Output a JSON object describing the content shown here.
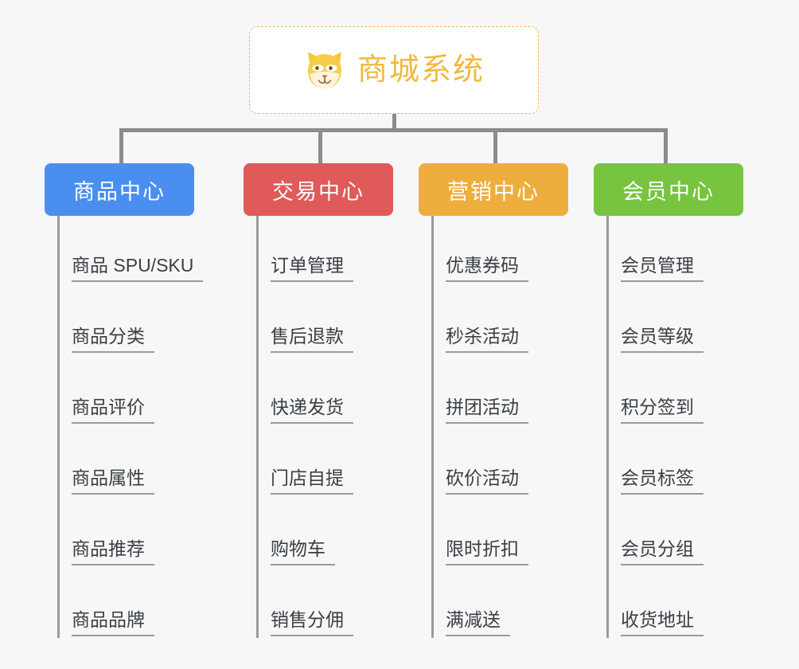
{
  "root": {
    "title": "商城系统",
    "icon": "shiba-dog-icon",
    "border_color": "#f0b95e",
    "text_color": "#f2b93f",
    "background": "#ffffff"
  },
  "canvas": {
    "background": "#f7f7f7",
    "connector_color": "#8c8c8c",
    "spine_color": "#9a9a9a",
    "item_text_color": "#3a3f45"
  },
  "columns": [
    {
      "id": "product-center",
      "label": "商品中心",
      "color": "#4a8ff0",
      "items": [
        "商品 SPU/SKU",
        "商品分类",
        "商品评价",
        "商品属性",
        "商品推荐",
        "商品品牌"
      ]
    },
    {
      "id": "trade-center",
      "label": "交易中心",
      "color": "#e05a5a",
      "items": [
        "订单管理",
        "售后退款",
        "快递发货",
        "门店自提",
        "购物车",
        "销售分佣"
      ]
    },
    {
      "id": "marketing-center",
      "label": "营销中心",
      "color": "#eeae3e",
      "items": [
        "优惠券码",
        "秒杀活动",
        "拼团活动",
        "砍价活动",
        "限时折扣",
        "满减送"
      ]
    },
    {
      "id": "member-center",
      "label": "会员中心",
      "color": "#76c440",
      "items": [
        "会员管理",
        "会员等级",
        "积分签到",
        "会员标签",
        "会员分组",
        "收货地址"
      ]
    }
  ]
}
